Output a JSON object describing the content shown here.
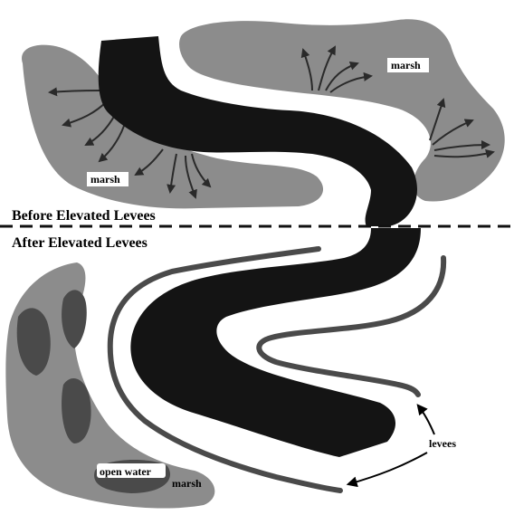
{
  "title_before": "Before Elevated Levees",
  "title_after": "After Elevated Levees",
  "labels": {
    "marsh_top_right": "marsh",
    "marsh_top_left": "marsh",
    "marsh_bottom": "marsh",
    "open_water": "open water",
    "levees": "levees"
  },
  "colors": {
    "river": "#141414",
    "marsh": "#8c8c8c",
    "pond": "#4a4a4a",
    "levee": "#4a4a4a",
    "arrow": "#3a3a3a"
  }
}
